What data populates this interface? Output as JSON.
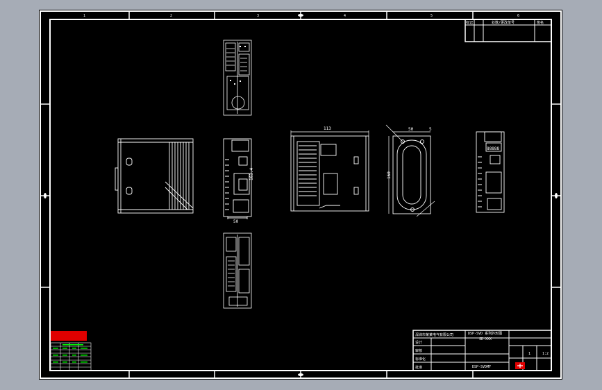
{
  "viewport": {
    "background": "#a6acb6",
    "sheet_color": "#000000",
    "line_color": "#ffffff"
  },
  "zone_marks_top": [
    "1",
    "2",
    "3",
    "4",
    "5",
    "6"
  ],
  "dimensions": {
    "front_width": "113",
    "side_width": "50",
    "side_edge": "5",
    "side_height": "160",
    "mid_height": "163.4",
    "mid_width": "50"
  },
  "title_block": {
    "company": "深圳市某某电气有限公司",
    "drawing_title": "DSP-SVD 系列外形图",
    "sub_title": "SD-XXX",
    "drawing_no": "DSP-SVDMF",
    "row_labels": [
      "设计",
      "审核",
      "标准化",
      "批准"
    ],
    "scale": "1:2",
    "sheet_no": "1"
  },
  "revision_block": {
    "header_left": "标记",
    "header_mid": "处数/更改单号",
    "header_right": "签名"
  },
  "legend": {
    "warning_color": "#e00000",
    "table_color": "#00ff00"
  },
  "device_display": "88888"
}
